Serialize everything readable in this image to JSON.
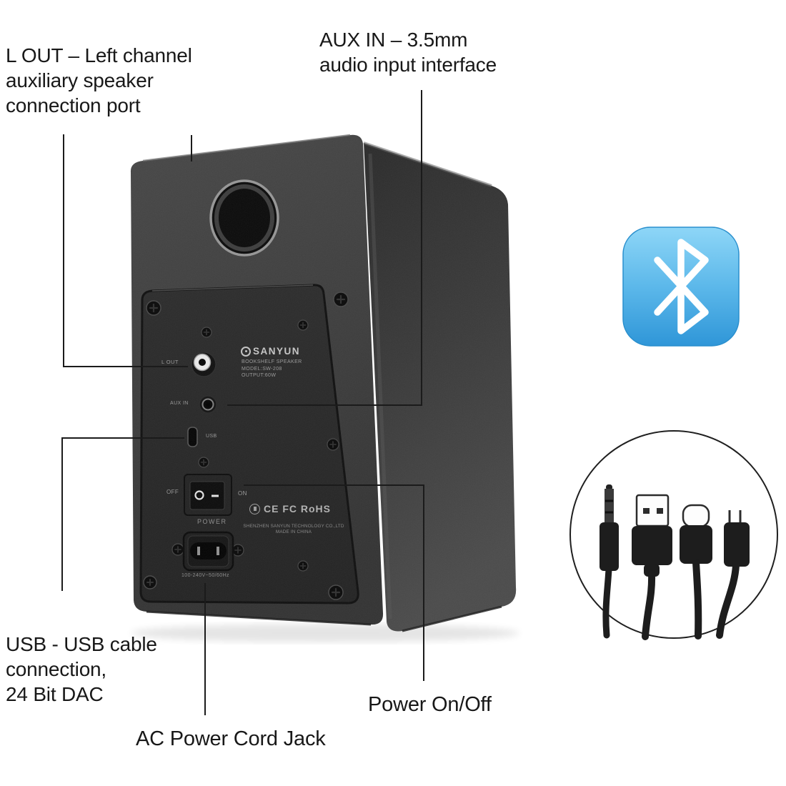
{
  "annotations": {
    "l_out": "L OUT  –  Left channel\nauxiliary speaker\nconnection port",
    "aux_in": "AUX IN  –  3.5mm\naudio input interface",
    "usb": "USB - USB cable\nconnection,\n24 Bit DAC",
    "ac": "AC Power Cord Jack",
    "power": "Power On/Off"
  },
  "panel": {
    "brand": "SANYUN",
    "product_lines": "BOOKSHELF SPEAKER\nMODEL:SW-208\nOUTPUT:60W",
    "labels": {
      "l_out": "L OUT",
      "aux_in": "AUX IN",
      "usb": "USB",
      "off": "OFF",
      "on": "ON",
      "power": "POWER",
      "voltage": "100-240V~50/60Hz"
    },
    "certifications": "CE FC RoHS",
    "company_lines": "SHENZHEN SANYUN TECHNOLOGY CO.,LTD\nMADE IN CHINA"
  },
  "icons": {
    "bluetooth": "bluetooth-symbol",
    "cables": [
      "3.5mm-audio-jack",
      "usb-a-plug",
      "usb-c-plug",
      "micro-usb-plug"
    ]
  },
  "colors": {
    "bluetooth_light": "#8ed6f7",
    "bluetooth_dark": "#2f96d8",
    "callout_line": "#1b1b1b",
    "speaker_back_face": "#3e3e3e",
    "speaker_side_face": "#2e2e2e"
  }
}
